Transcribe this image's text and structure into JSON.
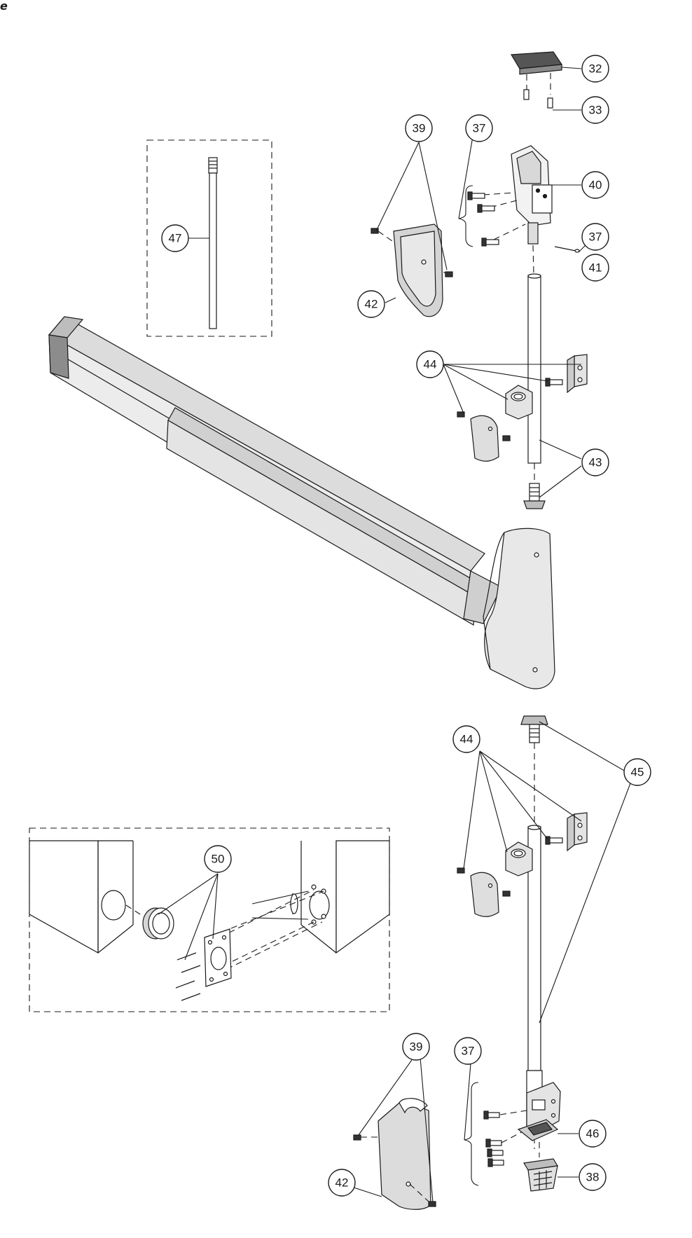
{
  "corner_mark": "e",
  "callouts": [
    "32",
    "33",
    "39",
    "37",
    "40",
    "47",
    "37",
    "41",
    "42",
    "44",
    "43",
    "44",
    "45",
    "50",
    "39",
    "37",
    "46",
    "42",
    "38"
  ],
  "colors": {
    "line": "#1a1a1a",
    "bar_fill": "#e6e6e6",
    "bar_shade": "#bdbdbd",
    "end_cap": "#8c8c8c",
    "background": "#ffffff"
  }
}
